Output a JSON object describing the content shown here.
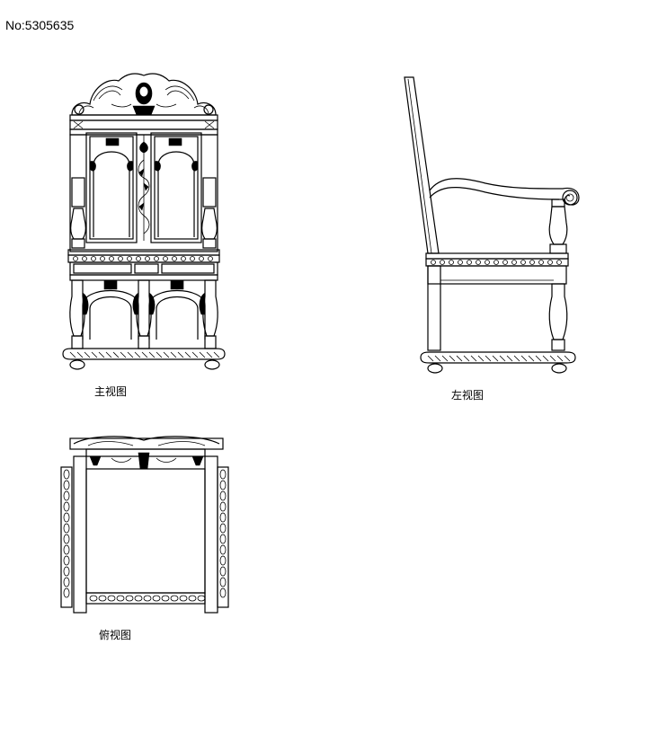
{
  "header": {
    "catalog_number": "No:5305635"
  },
  "views": {
    "front": {
      "label": "主视图"
    },
    "side": {
      "label": "左视图"
    },
    "top": {
      "label": "俯视图"
    }
  },
  "colors": {
    "line": "#000000",
    "background": "#ffffff"
  }
}
